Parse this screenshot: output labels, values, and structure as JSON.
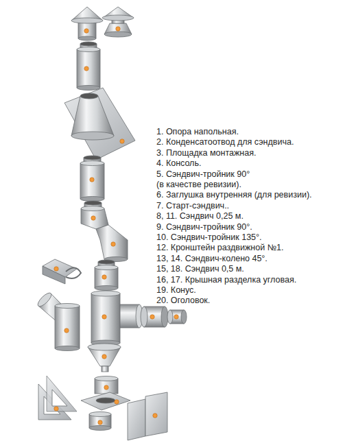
{
  "diagram": {
    "labels": [
      "1. Опора напольная.",
      "2. Конденсатоотвод для сэндвича.",
      "3. Площадка монтажная.",
      "4. Консоль.",
      "5. Сэндвич-тройник 90°",
      "(в качестве ревизии).",
      "6. Заглушка внутренняя (для ревизии).",
      "7. Старт-сэндвич..",
      "8, 11. Сэндвич 0,25 м.",
      "9. Сэндвич-тройник 90°.",
      "10. Сэндвич-тройник 135°.",
      "12. Кронштейн раздвижной №1.",
      "13, 14. Сэндвич-колено 45°.",
      "15, 18. Сэндвич 0,5 м.",
      "16, 17. Крышная разделка угловая.",
      "19. Конус.",
      "20. Оголовок."
    ]
  }
}
